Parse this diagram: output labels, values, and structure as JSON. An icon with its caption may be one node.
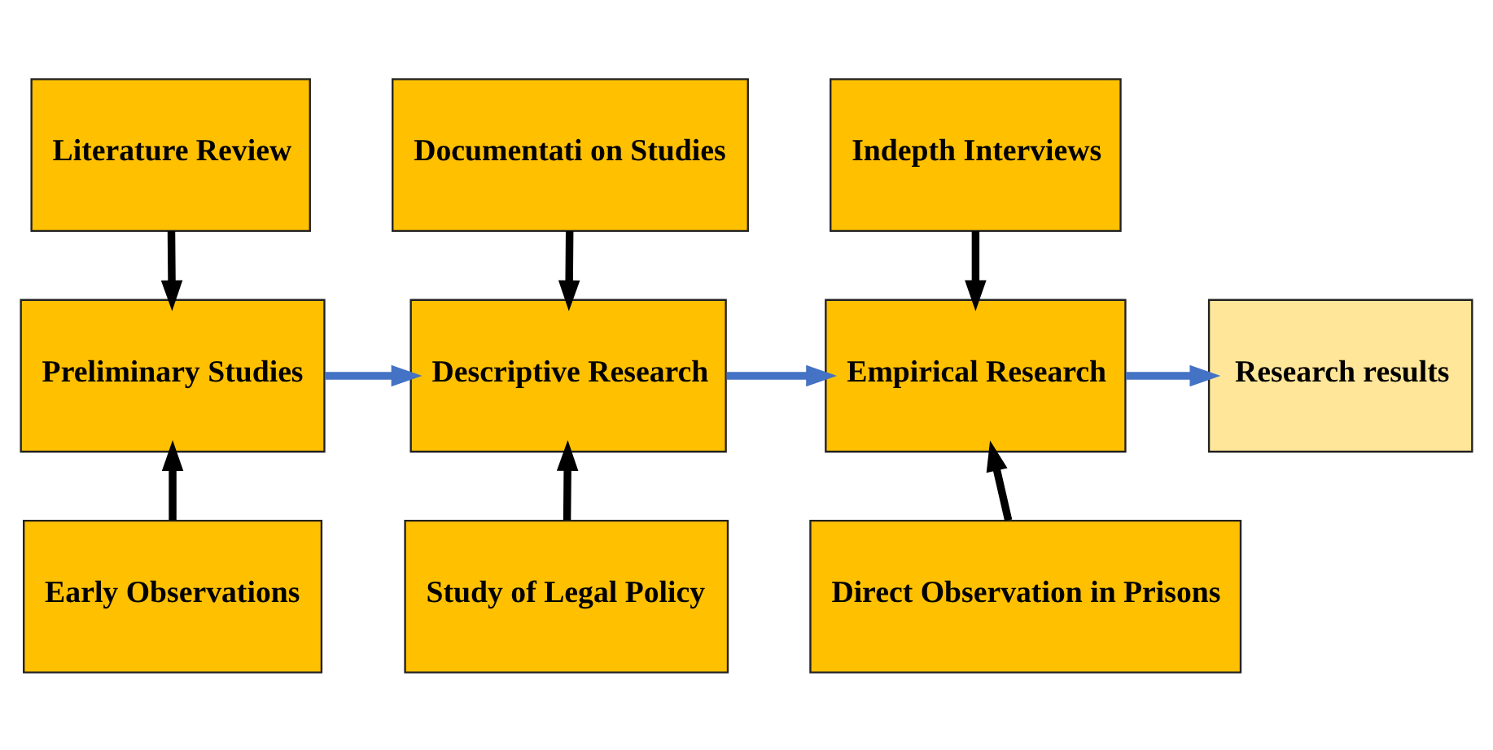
{
  "diagram": {
    "nodes": [
      {
        "text": [
          "Literature Review"
        ]
      },
      {
        "text": [
          "Documentati on Studies"
        ]
      },
      {
        "text": [
          "Indepth Interviews"
        ]
      },
      {
        "text": [
          "Preliminary Studies"
        ]
      },
      {
        "text": [
          "Descriptive Research"
        ]
      },
      {
        "text": [
          "Empirical Research"
        ]
      },
      {
        "text": [
          "Research results"
        ]
      },
      {
        "text": [
          "Early Observations"
        ]
      },
      {
        "text": [
          "Study of Legal Policy"
        ]
      },
      {
        "text": [
          "Direct Observation in Prisons"
        ]
      }
    ],
    "edges": [
      {
        "from": 0,
        "to": 3,
        "arrow": "to"
      },
      {
        "from": 7,
        "to": 3,
        "arrow": "to"
      },
      {
        "from": 3,
        "to": 4,
        "arrow": "to",
        "color": "#4472c4"
      },
      {
        "from": 1,
        "to": 4,
        "arrow": "to"
      },
      {
        "from": 8,
        "to": 4,
        "arrow": "to"
      },
      {
        "from": 4,
        "to": 5,
        "arrow": "to",
        "color": "#4472c4"
      },
      {
        "from": 2,
        "to": 5,
        "arrow": "to"
      },
      {
        "from": 9,
        "to": 5,
        "arrow": "to"
      },
      {
        "from": 5,
        "to": 6,
        "arrow": "to",
        "color": "#4472c4"
      }
    ]
  }
}
